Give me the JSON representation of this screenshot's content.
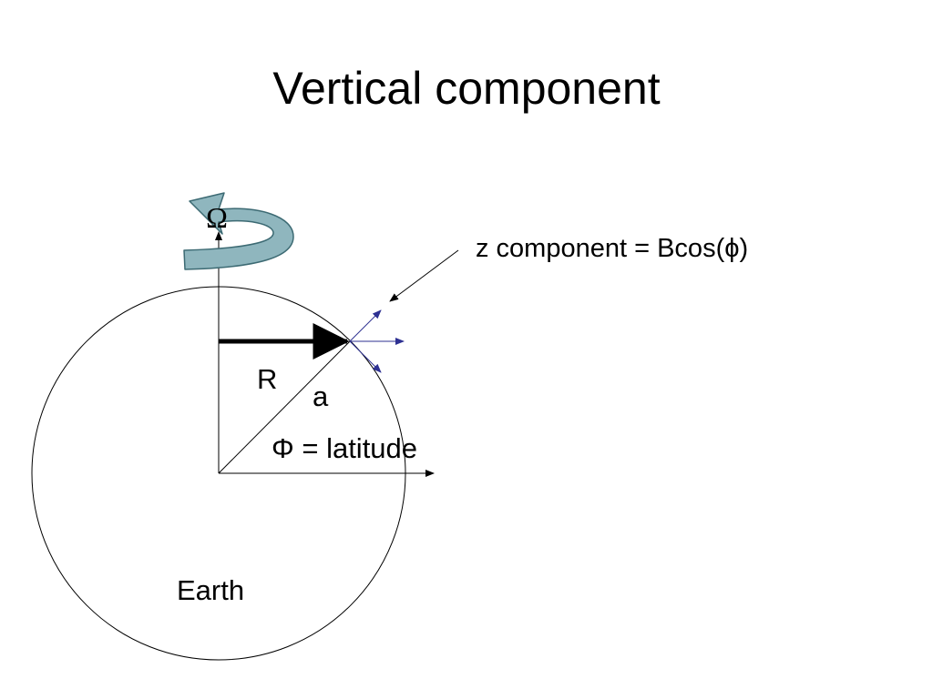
{
  "slide": {
    "title": "Vertical component"
  },
  "diagram": {
    "omega_label": "Ω",
    "z_component_label": "z component = Bcos(ϕ)",
    "r_label": "R",
    "a_label": "a",
    "latitude_label": "Φ = latitude",
    "earth_label": "Earth"
  },
  "colors": {
    "rotation_arrow_fill": "#8fb6be",
    "rotation_arrow_stroke": "#3c6a73",
    "vector_arrows": "#2e3192",
    "lines": "#000000"
  },
  "icons": {
    "rotation": "curved-rotation-arrow-icon"
  }
}
